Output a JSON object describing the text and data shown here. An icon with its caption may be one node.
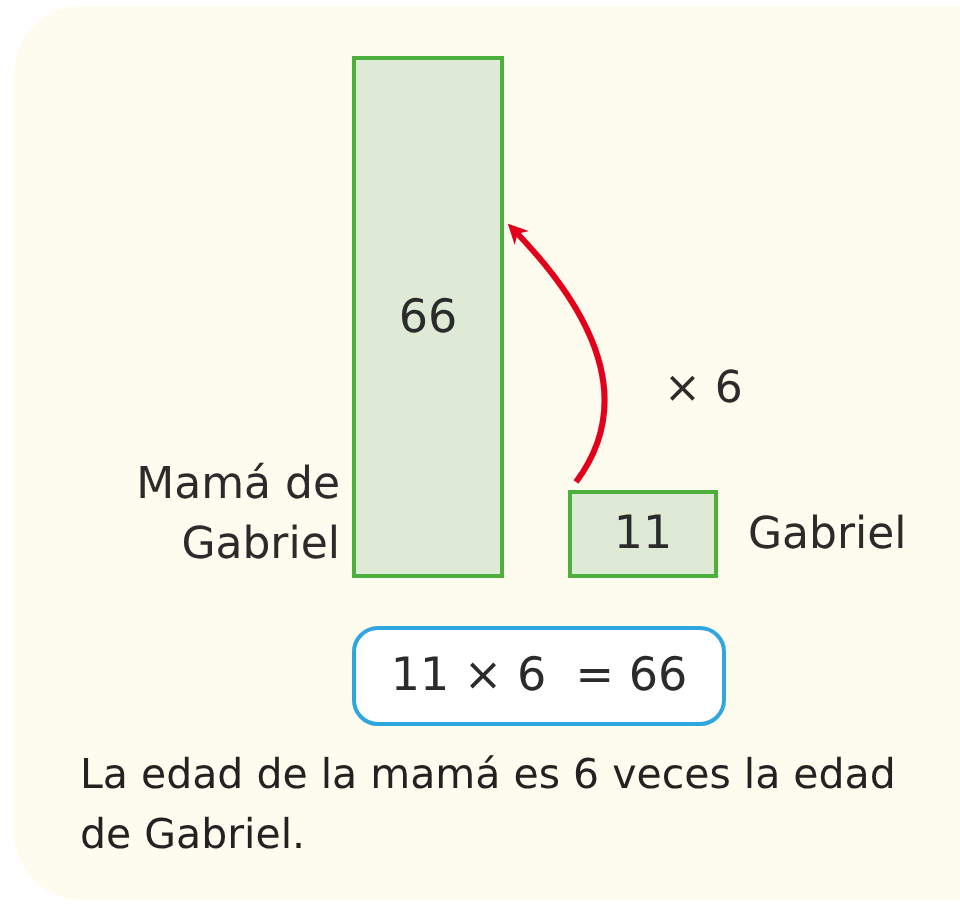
{
  "diagram": {
    "nodes": [
      {
        "text": [
          "66"
        ],
        "beside": [
          "Mamá de Gabriel"
        ]
      },
      {
        "text": [
          "11"
        ],
        "beside": [
          "Gabriel"
        ]
      },
      {
        "text": [
          "11 × 6  = 66"
        ]
      }
    ],
    "edges": [
      {
        "from": 1,
        "to": 0,
        "arrow": "to",
        "label": "× 6",
        "color": "#e2001a"
      }
    ],
    "labels": [
      "La edad de la mamá es 6 veces la edad de Gabriel."
    ]
  }
}
